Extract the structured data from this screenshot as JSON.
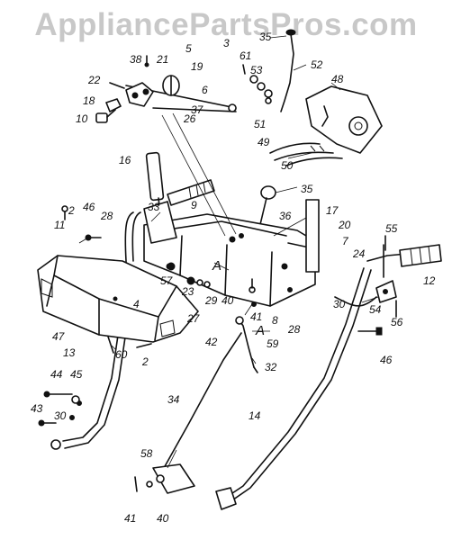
{
  "watermark": "AppliancePartsPros.com",
  "callouts": {
    "c35a": "35",
    "c3": "3",
    "c21": "21",
    "c5": "5",
    "c38": "38",
    "c19": "19",
    "c61": "61",
    "c53": "53",
    "c52": "52",
    "c22": "22",
    "c6": "6",
    "c48": "48",
    "c18": "18",
    "c37": "37",
    "c26": "26",
    "c10": "10",
    "c51": "51",
    "c49": "49",
    "c50": "50",
    "c16": "16",
    "c35b": "35",
    "c9": "9",
    "c2a": "2",
    "c11": "11",
    "c46a": "46",
    "c33": "33",
    "c28a": "28",
    "c36": "36",
    "c17": "17",
    "c20": "20",
    "c7": "7",
    "c55": "55",
    "c24": "24",
    "c12": "12",
    "cA1": "A",
    "c57": "57",
    "c23": "23",
    "c29": "29",
    "c4": "4",
    "c27": "27",
    "c40a": "40",
    "c30a": "30",
    "c28b": "28",
    "c54": "54",
    "c56": "56",
    "c41a": "41",
    "c8": "8",
    "cA2": "A",
    "c47": "47",
    "c42": "42",
    "c59": "59",
    "c2b": "2",
    "c46b": "46",
    "c13": "13",
    "c60": "60",
    "c32": "32",
    "c44": "44",
    "c45": "45",
    "c43": "43",
    "c30b": "30",
    "c34": "34",
    "c14": "14",
    "c58": "58",
    "c41b": "41",
    "c40b": "40"
  },
  "colors": {
    "line": "#111111",
    "watermark": "#c8c8c8",
    "background": "#ffffff"
  }
}
